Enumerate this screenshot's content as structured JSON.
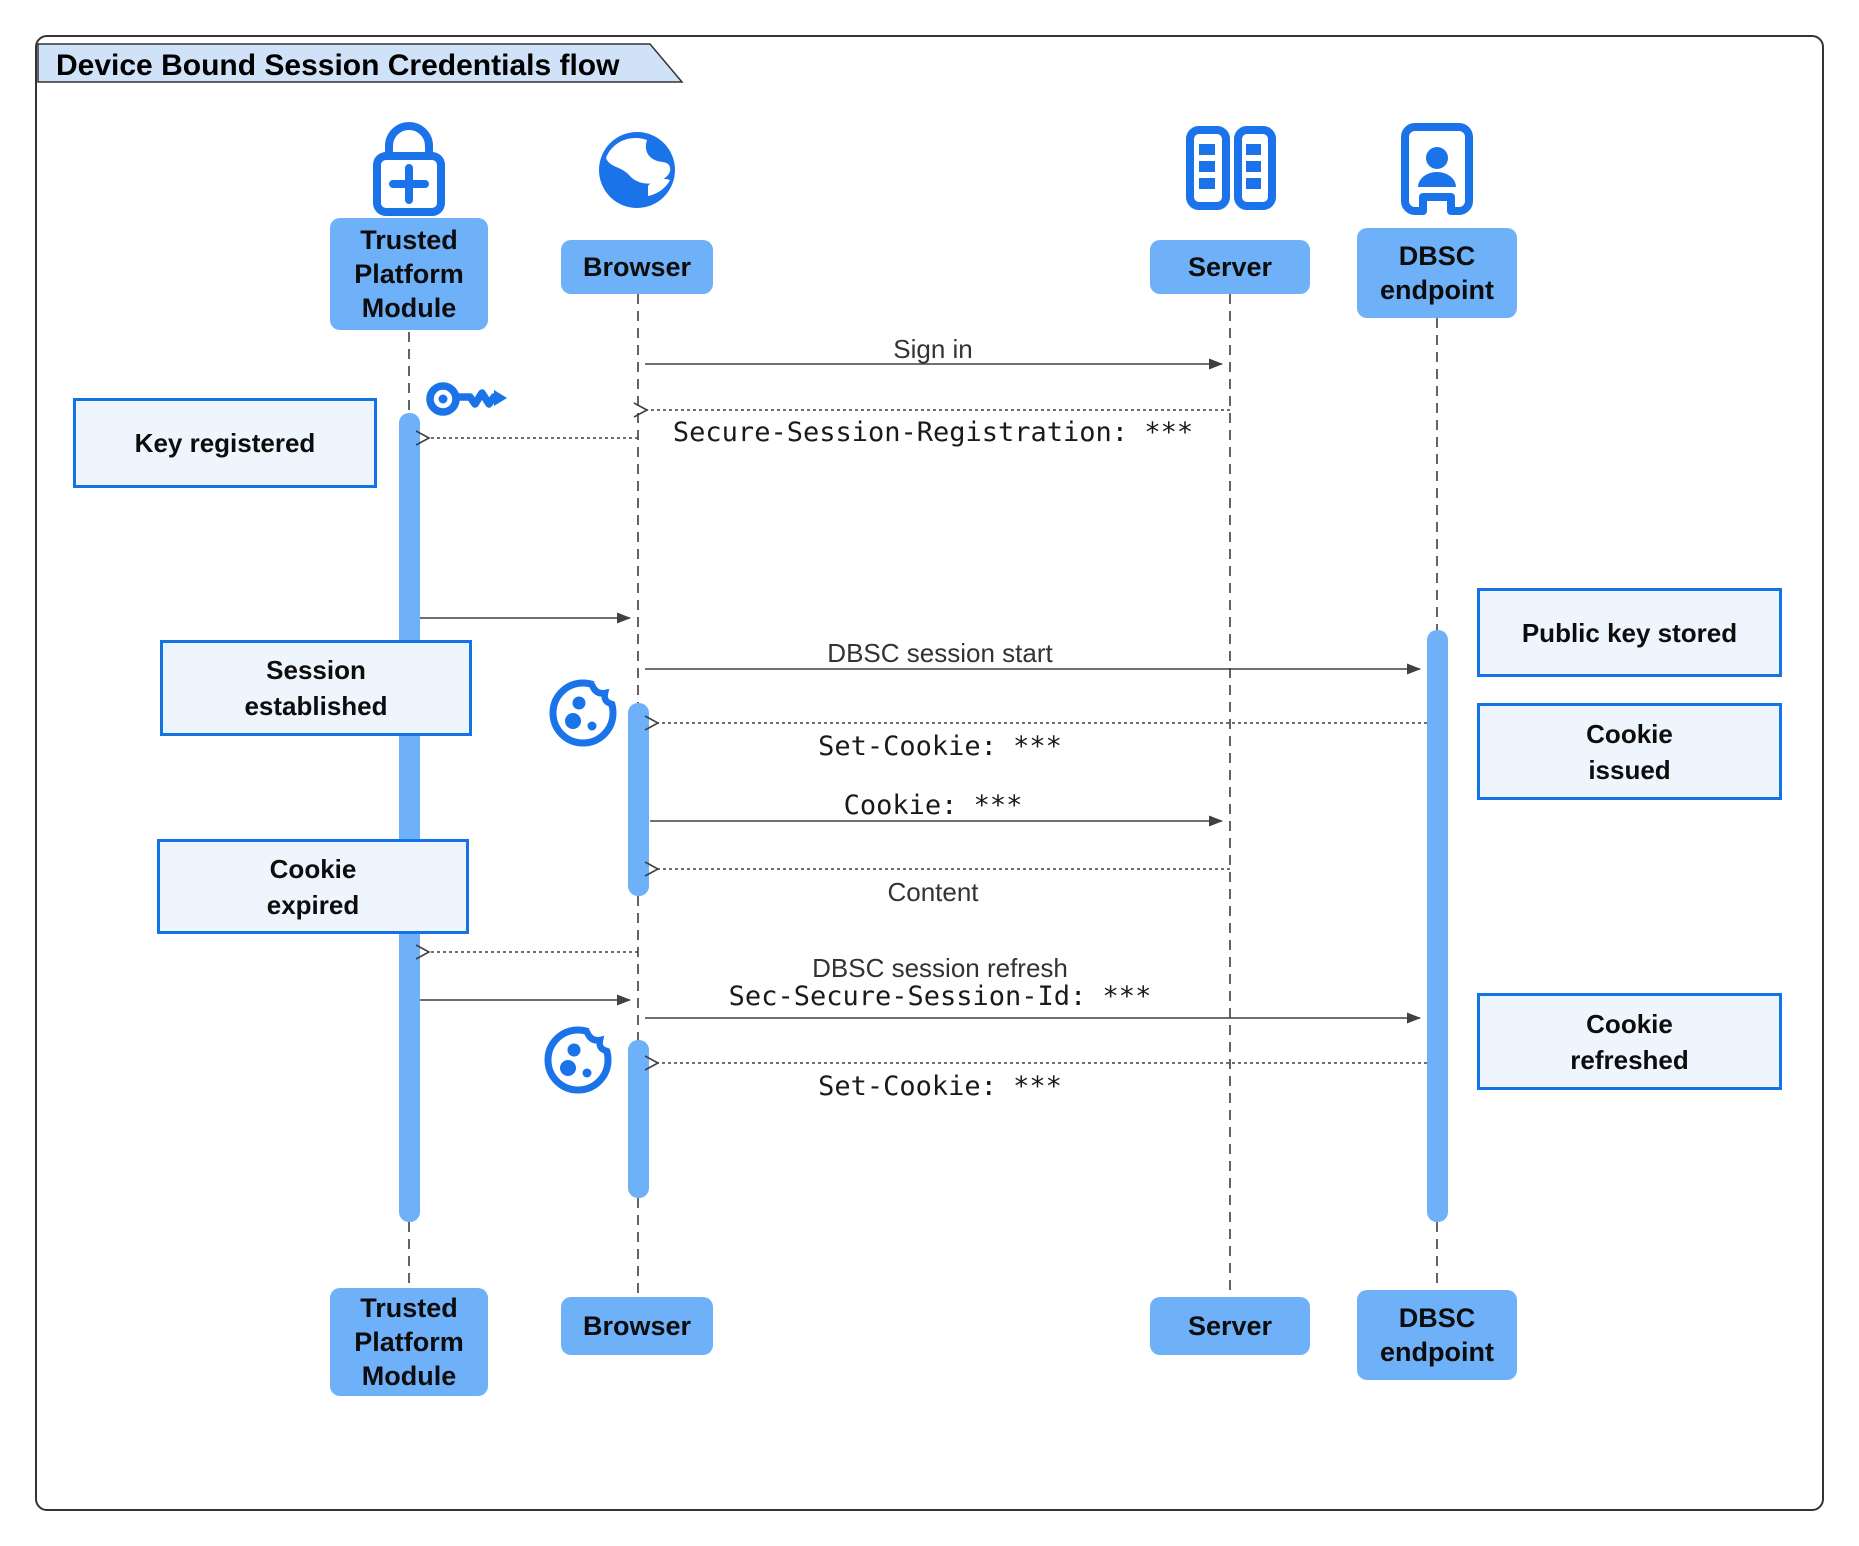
{
  "title": "Device Bound Session Credentials flow",
  "participants": [
    {
      "id": "tpm",
      "label": "Trusted Platform Module",
      "icon": "lock-plus-icon"
    },
    {
      "id": "browser",
      "label": "Browser",
      "icon": "globe-icon"
    },
    {
      "id": "server",
      "label": "Server",
      "icon": "server-racks-icon"
    },
    {
      "id": "dbsc",
      "label": "DBSC endpoint",
      "icon": "person-door-icon"
    }
  ],
  "messages": {
    "sign_in": "Sign in",
    "session_registration": "Secure-Session-Registration: ***",
    "dbsc_session_start": "DBSC session start",
    "set_cookie_1": "Set-Cookie: ***",
    "cookie": "Cookie: ***",
    "content": "Content",
    "dbsc_session_refresh": "DBSC session refresh",
    "sec_secure_session_id": "Sec-Secure-Session-Id: ***",
    "set_cookie_2": "Set-Cookie: ***"
  },
  "notes": {
    "key_registered": "Key registered",
    "session_established": "Session established",
    "cookie_expired": "Cookie expired",
    "public_key_stored": "Public key stored",
    "cookie_issued": "Cookie issued",
    "cookie_refreshed": "Cookie refreshed"
  },
  "icons": [
    "lock-plus-icon",
    "globe-icon",
    "server-racks-icon",
    "person-door-icon",
    "key-icon",
    "cookie-icon"
  ],
  "colors": {
    "icon_blue": "#1a73e8",
    "participant_fill": "#6eb1f9",
    "activation_fill": "#6eb1f9",
    "note_fill": "#eef5fd",
    "note_border": "#1473e6",
    "title_fill": "#cfe2f8",
    "line": "#404040",
    "text": "#333333"
  }
}
